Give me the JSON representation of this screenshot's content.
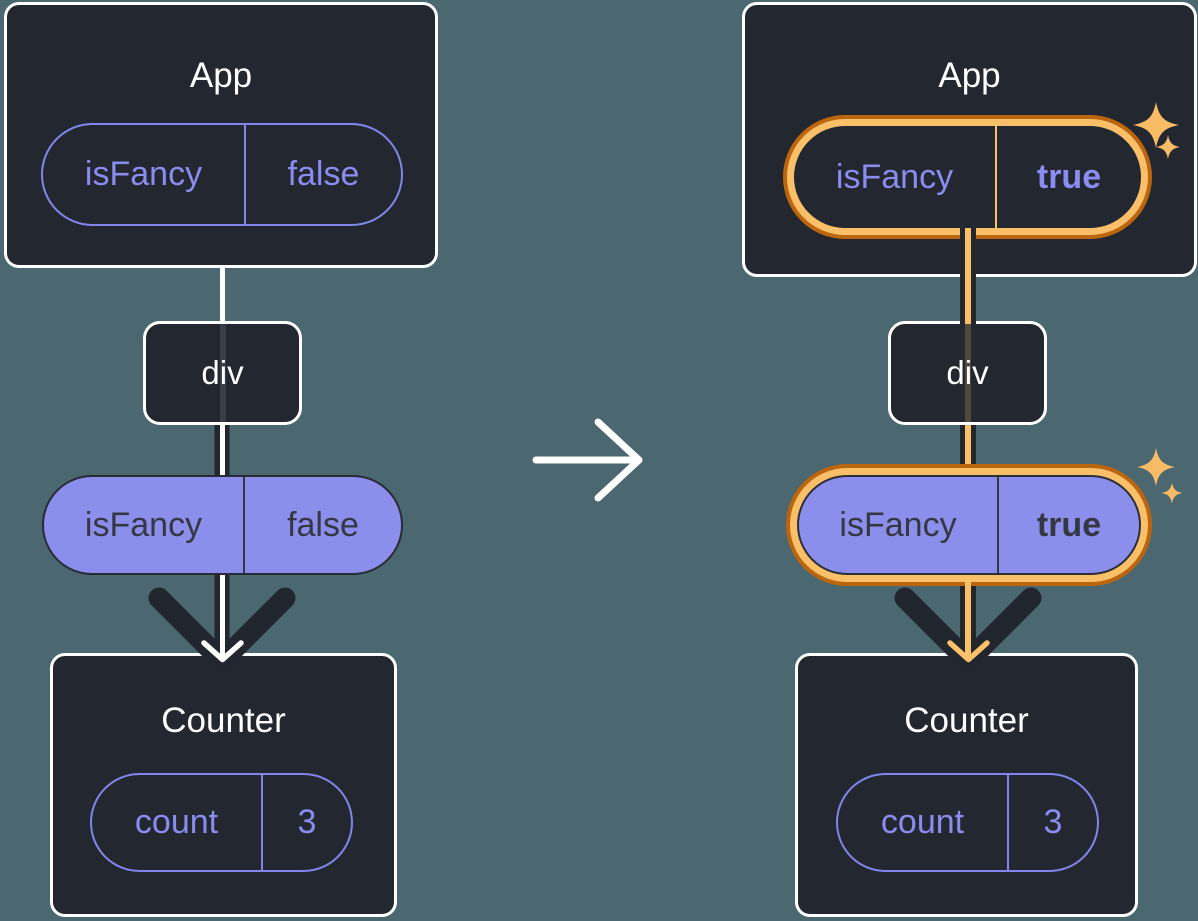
{
  "colors": {
    "background": "#4B6770",
    "node_fill": "#23272F",
    "node_border": "#FFFFFF",
    "purple_text": "#8A8CEF",
    "purple_fill": "#8B8EEA",
    "dark_text": "#343843",
    "arrow_dark": "#22262E",
    "arrow_core_left": "#FFFFFF",
    "arrow_core_right": "#FBC06A",
    "highlight_ring_light": "#FABF69",
    "highlight_ring_dark": "#BC650F",
    "sparkle": "#F8BC66"
  },
  "left_tree": {
    "app": {
      "label": "App",
      "prop": {
        "name": "isFancy",
        "value": "false"
      }
    },
    "div_node": {
      "label": "div"
    },
    "passed_prop": {
      "name": "isFancy",
      "value": "false"
    },
    "counter": {
      "label": "Counter",
      "state": {
        "name": "count",
        "value": "3"
      }
    }
  },
  "right_tree": {
    "app": {
      "label": "App",
      "prop": {
        "name": "isFancy",
        "value": "true"
      }
    },
    "div_node": {
      "label": "div"
    },
    "passed_prop": {
      "name": "isFancy",
      "value": "true"
    },
    "counter": {
      "label": "Counter",
      "state": {
        "name": "count",
        "value": "3"
      }
    }
  },
  "icons": {
    "transition": "arrow-right-icon",
    "highlight": "sparkle-icon",
    "flow": "arrowhead-icon"
  }
}
